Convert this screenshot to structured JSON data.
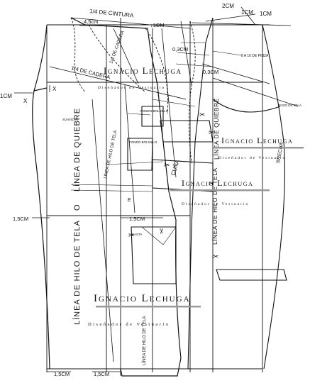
{
  "measurements": {
    "waist_quarter": "1/4  DE  CINTURA",
    "hip_quarter": "1/4 DE CADERA",
    "hip_quarter_vertical": "1/4 DE CADERA",
    "m_4_5cm": "4,5cm",
    "m_1cm_top": "↓1CM",
    "m_2cm": "2CM",
    "m_1cm_r1": "1CM",
    "m_1cm_r2": "1CM",
    "m_0_3cm_a": "0,3CM",
    "m_0_3cm_b": "0,3CM",
    "m_1cm_left": "1CM",
    "m_1_5cm_left": "1,5CM",
    "m_1_5cm_mid": "1,5CM",
    "m_1_5cm_bottom_a": "1,5CM",
    "m_1_5cm_bottom_b": "1,5CM",
    "pinza": "8 A 10 DE PINZA"
  },
  "markers": {
    "x_right": "X",
    "x_left": "X",
    "e": "E"
  },
  "watermark": {
    "name": "Ignacio Lechuga",
    "title": "Diseñador de Vestuario"
  },
  "lines": {
    "quiebre_left": "LÍNEA DE QUIEBRE",
    "hilo_left": "LÍNEA DE HILO DE TELA",
    "o": "O",
    "hilo_left_small": "LÍNEA DE HILO DE TELA",
    "quiebre_right": "LÍNEA DE QUIEBRE",
    "hilo_right": "LÍNEA DE HILO DE TELA",
    "hilo_bottom": "LÍNEA DE HILO DE TELA",
    "cuna": "CUÑA",
    "brecha": "BRECHA"
  },
  "small_labels": {
    "suavizar": "SUAVIZAR",
    "fondo_bolsillo": "FONDO BOLSILLO",
    "fondo_bolsillo2": "FONDO BOLSILLO",
    "rozo_tela": "ROZO DE TELA",
    "basta": "BASTA"
  },
  "colors": {
    "line": "#111111",
    "watermark_bar": "#9a9a9a"
  }
}
